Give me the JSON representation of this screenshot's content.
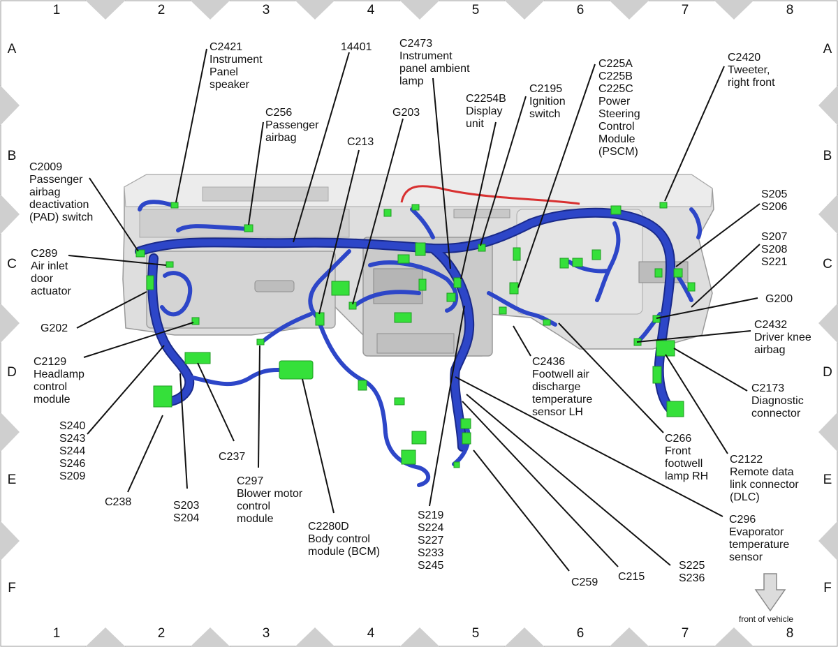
{
  "grid": {
    "columns": [
      "1",
      "2",
      "3",
      "4",
      "5",
      "6",
      "7",
      "8"
    ],
    "rows": [
      "A",
      "B",
      "C",
      "D",
      "E",
      "F"
    ]
  },
  "callouts": {
    "c2421": "C2421\nInstrument\nPanel\nspeaker",
    "p14401": "14401",
    "c2473": "C2473\nInstrument\npanel ambient\nlamp",
    "c2254b": "C2254B\nDisplay\nunit",
    "c2195": "C2195\nIgnition\nswitch",
    "c225": "C225A\nC225B\nC225C\nPower\nSteering\nControl\nModule\n(PSCM)",
    "c2420": "C2420\nTweeter,\nright front",
    "c256": "C256\nPassenger\nairbag",
    "g203": "G203",
    "c213": "C213",
    "c2009": "C2009\nPassenger\nairbag\ndeactivation\n(PAD) switch",
    "s205": "S205\nS206",
    "c289": "C289\nAir inlet\ndoor\nactuator",
    "s207": "S207\nS208\nS221",
    "g202": "G202",
    "g200": "G200",
    "c2432": "C2432\nDriver knee\nairbag",
    "c2129": "C2129\nHeadlamp\ncontrol\nmodule",
    "c2436": "C2436\nFootwell air\ndischarge\ntemperature\nsensor LH",
    "c2173": "C2173\nDiagnostic\nconnector",
    "s240": "S240\nS243\nS244\nS246\nS209",
    "c237": "C237",
    "c266": "C266\nFront\nfootwell\nlamp RH",
    "c2122": "C2122\nRemote data\nlink connector\n(DLC)",
    "c238": "C238",
    "s203": "S203\nS204",
    "c297": "C297\nBlower motor\ncontrol\nmodule",
    "c2280d": "C2280D\nBody control\nmodule (BCM)",
    "s219": "S219\nS224\nS227\nS233\nS245",
    "c296": "C296\nEvaporator\ntemperature\nsensor",
    "s225": "S225\nS236",
    "c215": "C215",
    "c259": "C259"
  },
  "front_note": "front of vehicle",
  "colors": {
    "harness": "#2d46c8",
    "harness_dark": "#1a2a8a",
    "connector": "#35e03a",
    "panel": "#dcdcdc",
    "panel_dark": "#a8a8a8",
    "red_wire": "#d83030",
    "triangle": "#cfcfcf"
  }
}
